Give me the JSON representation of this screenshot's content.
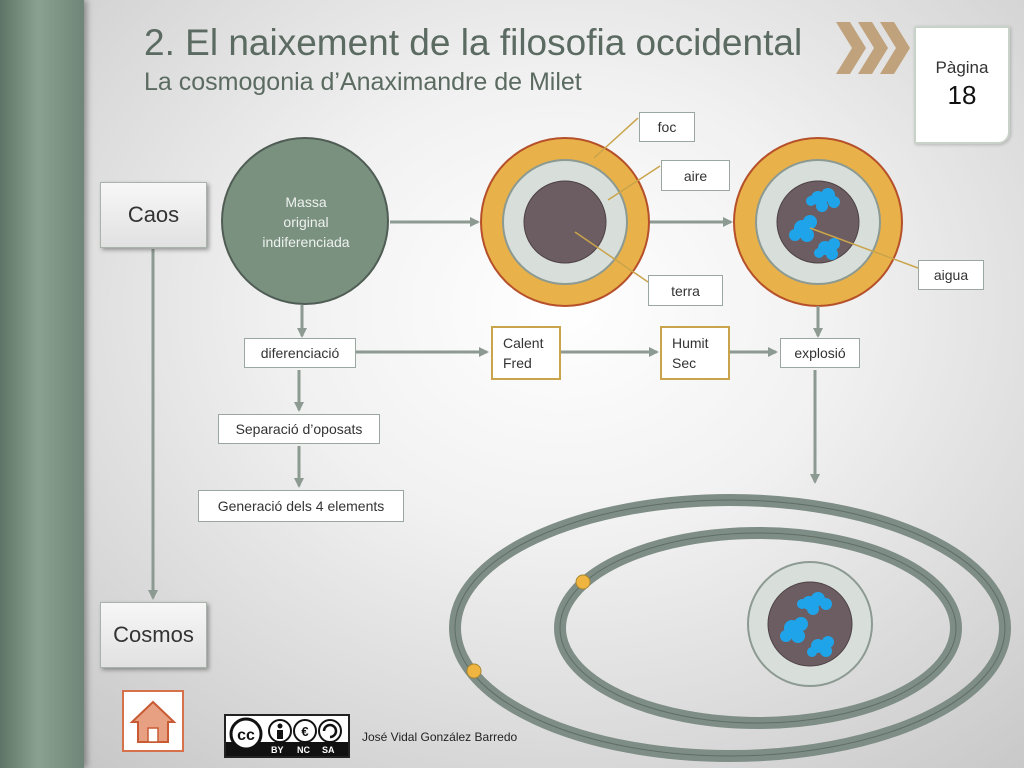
{
  "header": {
    "title": "2. El naixement de la filosofia occidental",
    "subtitle": "La cosmogonia d’Anaximandre de Milet"
  },
  "page": {
    "label": "Pàgina",
    "number": "18"
  },
  "nodes": {
    "caos": "Caos",
    "cosmos": "Cosmos",
    "mass": "Massa\noriginal\nindiferenciada",
    "diferenciacio": "diferenciació",
    "separacio": "Separació d’oposats",
    "generacio": "Generació dels 4 elements",
    "calent_fred": "Calent\nFred",
    "humit_sec": "Humit\nSec",
    "explosio": "explosió"
  },
  "callouts": {
    "foc": "foc",
    "aire": "aire",
    "terra": "terra",
    "aigua": "aigua"
  },
  "footer": {
    "author": "José Vidal González Barredo",
    "license_tags": [
      "BY",
      "NC",
      "SA"
    ]
  },
  "colors": {
    "fire": "#e8b14a",
    "air": "#d8dfdb",
    "earth": "#6c5d62",
    "water": "#1fa4ea",
    "mass": "#7a9180",
    "ring": "#7e8d85",
    "planet": "#f0b540",
    "accent_gold": "#c9a44b"
  },
  "icons": {
    "home": "home-icon",
    "license": "creative-commons-icon",
    "chevrons": "chevrons-icon"
  }
}
